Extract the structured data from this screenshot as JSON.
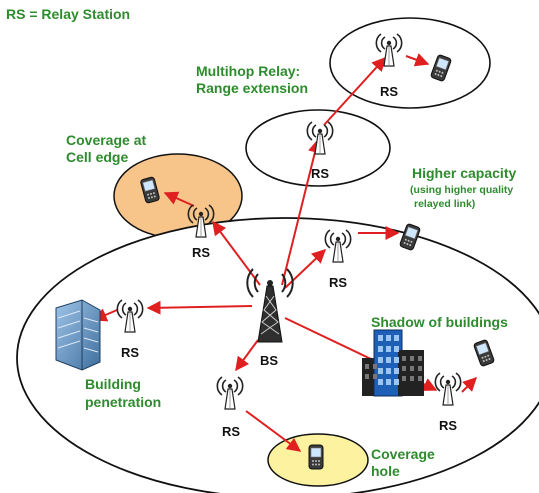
{
  "legend": "RS = Relay Station",
  "labels": {
    "multihop_line1": "Multihop Relay:",
    "multihop_line2": "Range extension",
    "coverage_edge_line1": "Coverage at",
    "coverage_edge_line2": "Cell edge",
    "higher_capacity": "Higher capacity",
    "higher_capacity_note1": "(using higher quality",
    "higher_capacity_note2": "relayed link)",
    "shadow": "Shadow of buildings",
    "building_pen_line1": "Building",
    "building_pen_line2": "penetration",
    "coverage_hole_line1": "Coverage",
    "coverage_hole_line2": "hole"
  },
  "node_labels": {
    "rs": "RS",
    "bs": "BS"
  },
  "colors": {
    "label_green": "#2e8b2e",
    "arrow_red": "#e02020",
    "cell_edge_fill": "#f7c48a",
    "coverage_hole_fill": "#fdf2a0"
  },
  "icons": [
    "tower-icon",
    "relay-station-icon",
    "phone-icon",
    "building-icon"
  ]
}
